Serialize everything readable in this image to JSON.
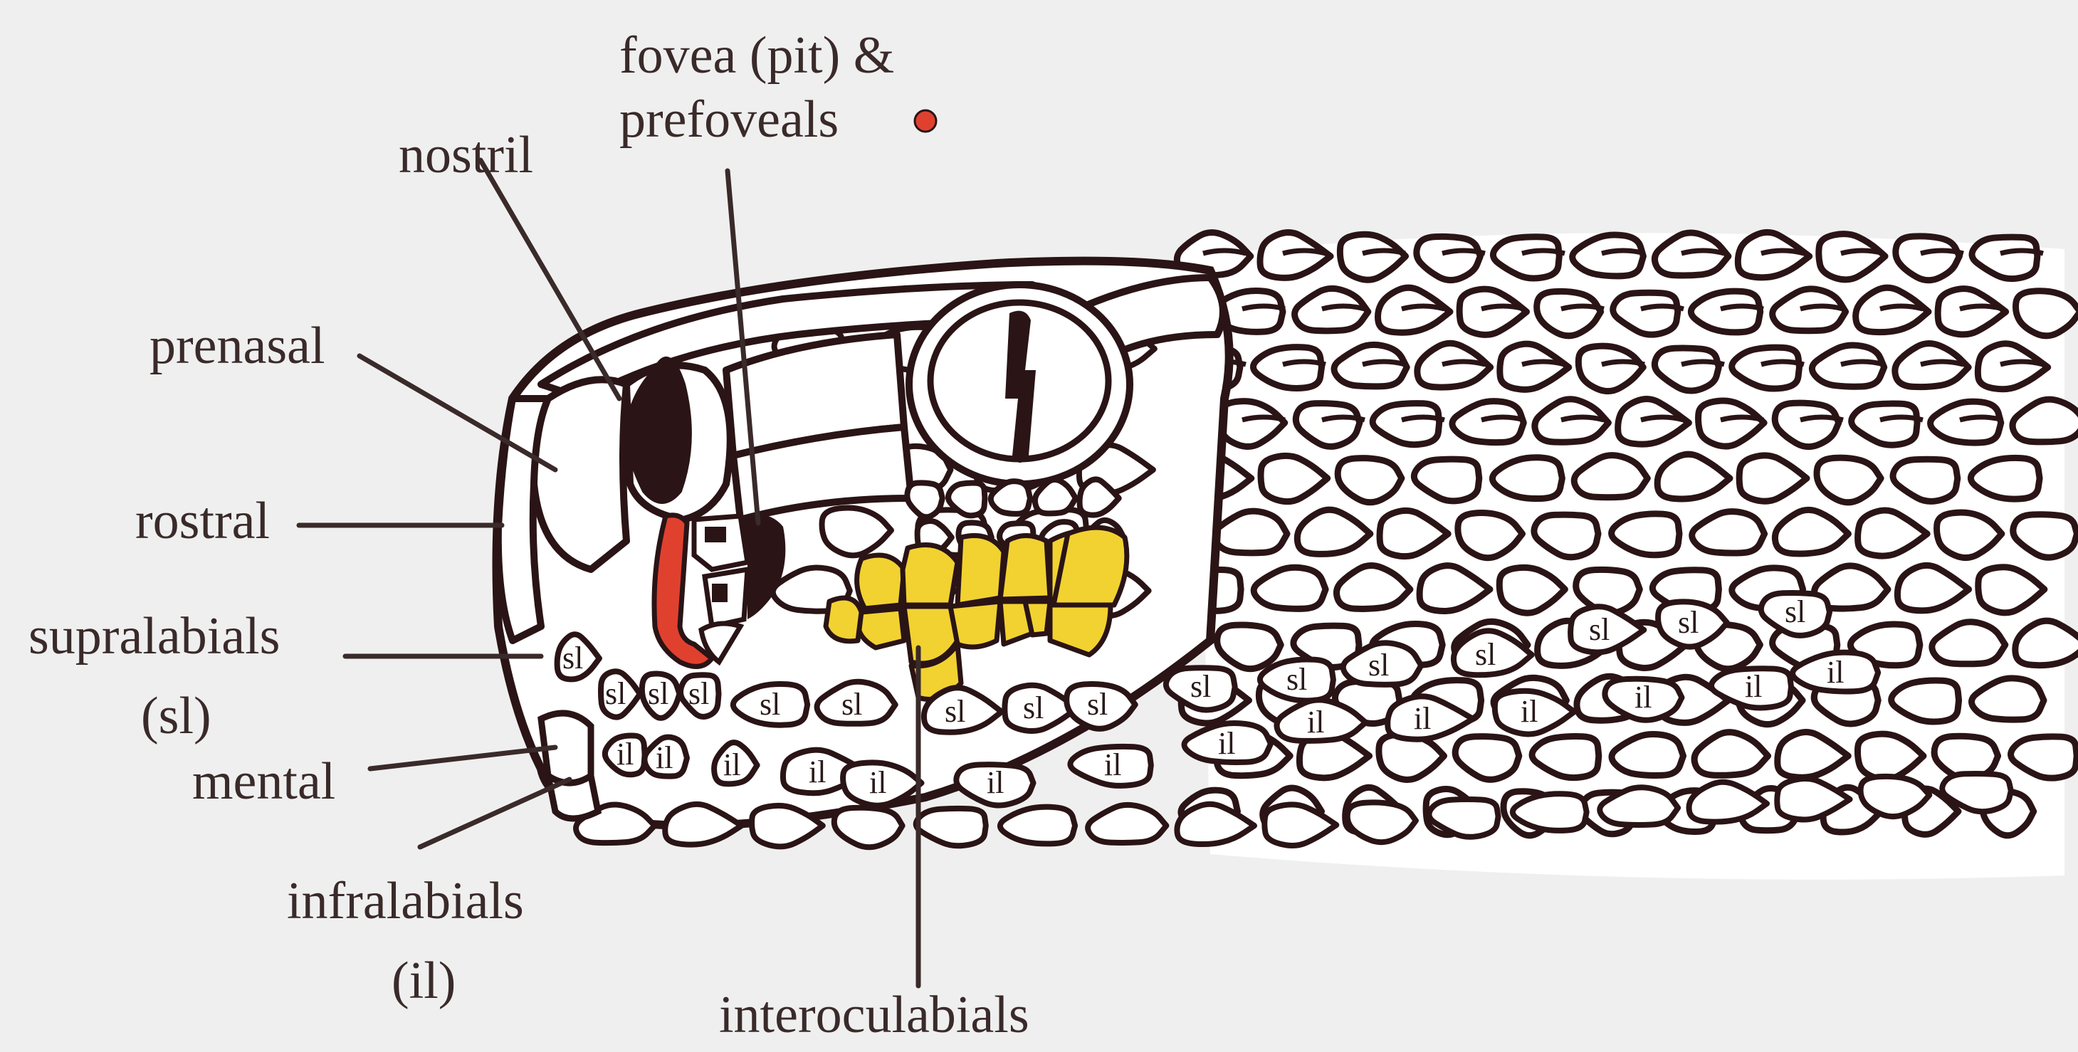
{
  "labels": {
    "fovea_line1": "fovea (pit) &",
    "fovea_line2": "prefoveals",
    "nostril": "nostril",
    "prenasal": "prenasal",
    "rostral": "rostral",
    "supralabials_line1": "supralabials",
    "supralabials_line2": "(sl)",
    "mental": "mental",
    "infralabials_line1": "infralabials",
    "infralabials_line2": "(il)",
    "interoculabials": "interoculabials"
  },
  "scale_labels": {
    "sl": "sl",
    "il": "il"
  },
  "colors": {
    "background": "#efefef",
    "outline": "#2a1416",
    "prefoveal_red": "#e0412f",
    "interoculabial_yellow": "#f2d230",
    "text": "#3a2a2a"
  }
}
